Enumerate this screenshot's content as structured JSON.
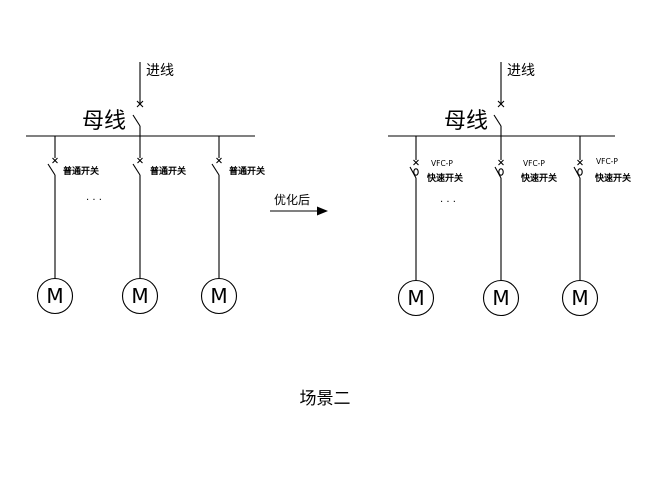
{
  "caption": "场景二",
  "arrow_label": "优化后",
  "before": {
    "incoming_label": "进线",
    "busbar_label": "母线",
    "ellipsis": "· · ·",
    "branches": [
      {
        "switch_label": "普通开关",
        "motor_label": "M"
      },
      {
        "switch_label": "普通开关",
        "motor_label": "M"
      },
      {
        "switch_label": "普通开关",
        "motor_label": "M"
      }
    ]
  },
  "after": {
    "incoming_label": "进线",
    "busbar_label": "母线",
    "ellipsis": "· · ·",
    "branches": [
      {
        "switch_label_1": "VFC-P",
        "switch_label_2": "快速开关",
        "motor_label": "M"
      },
      {
        "switch_label_1": "VFC-P",
        "switch_label_2": "快速开关",
        "motor_label": "M"
      },
      {
        "switch_label_1": "VFC-P",
        "switch_label_2": "快速开关",
        "motor_label": "M"
      }
    ]
  }
}
